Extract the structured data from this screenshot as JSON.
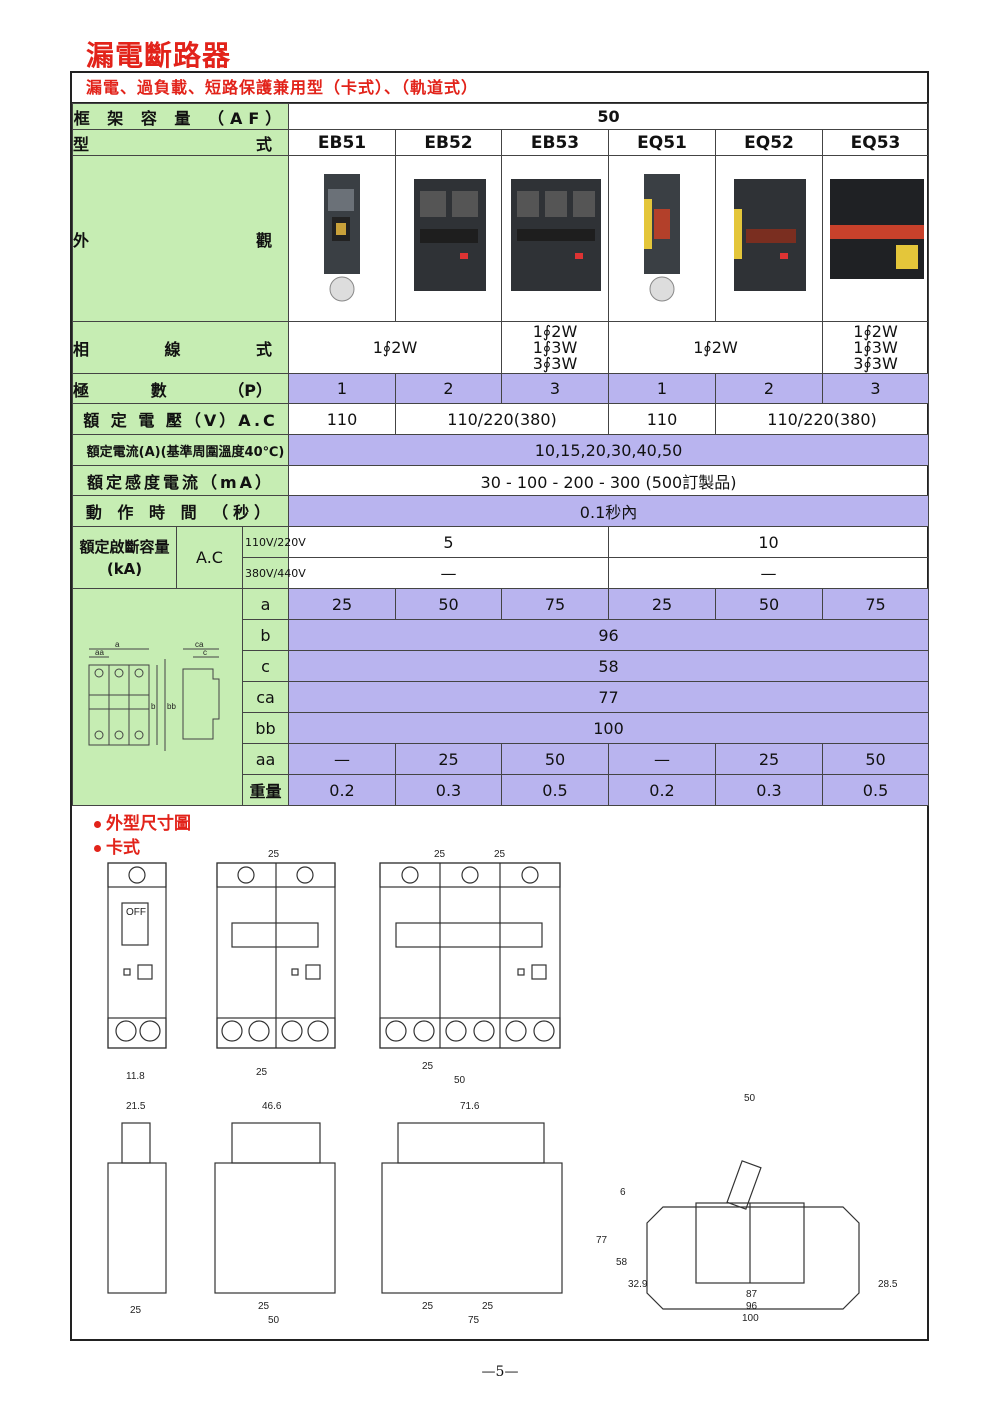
{
  "title": "漏電斷路器",
  "subtitle": "漏電、過負載、短路保護兼用型（卡式）、（軌道式）",
  "frame": {
    "label": "框 架 容 量 （AF）",
    "value": "50"
  },
  "type_row": {
    "label_left": "型",
    "label_right": "式",
    "models": [
      "EB51",
      "EB52",
      "EB53",
      "EQ51",
      "EQ52",
      "EQ53"
    ]
  },
  "appearance": {
    "label_left": "外",
    "label_right": "觀"
  },
  "phase": {
    "label_left": "相",
    "label_mid": "線",
    "label_right": "式",
    "eb12": "1∮2W",
    "eb3": [
      "1∮2W",
      "1∮3W",
      "3∮3W"
    ],
    "eq12": "1∮2W",
    "eq3": [
      "1∮2W",
      "1∮3W",
      "3∮3W"
    ]
  },
  "poles": {
    "label_left": "極",
    "label_mid": "數",
    "label_right": "（P）",
    "values": [
      "1",
      "2",
      "3",
      "1",
      "2",
      "3"
    ]
  },
  "voltage": {
    "label": "額 定 電 壓（V）A.C",
    "eb51": "110",
    "eb23": "110/220(380)",
    "eq51": "110",
    "eq23": "110/220(380)"
  },
  "current": {
    "label": "額定電流(A)(基準周圍溫度40℃)",
    "value": "10,15,20,30,40,50"
  },
  "sensitivity": {
    "label": "額定感度電流（mA）",
    "value": "30 - 100 - 200 - 300 (500訂製品)"
  },
  "time": {
    "label": "動 作 時 間 （秒）",
    "value": "0.1秒內"
  },
  "breaking": {
    "label1": "額定啟斷容量",
    "label2": "(kA)",
    "ac": "A.C",
    "v1": "110V/220V",
    "v2": "380V/440V",
    "eb_v1": "5",
    "eq_v1": "10",
    "eb_v2": "—",
    "eq_v2": "—"
  },
  "dims": {
    "a": {
      "label": "a",
      "values": [
        "25",
        "50",
        "75",
        "25",
        "50",
        "75"
      ]
    },
    "b": {
      "label": "b",
      "value": "96"
    },
    "c": {
      "label": "c",
      "value": "58"
    },
    "ca": {
      "label": "ca",
      "value": "77"
    },
    "bb": {
      "label": "bb",
      "value": "100"
    },
    "aa": {
      "label": "aa",
      "values": [
        "—",
        "25",
        "50",
        "—",
        "25",
        "50"
      ]
    },
    "weight": {
      "label": "重量",
      "values": [
        "0.2",
        "0.3",
        "0.5",
        "0.2",
        "0.3",
        "0.5"
      ]
    },
    "diagram_labels": {
      "a": "a",
      "aa": "aa",
      "ca": "ca",
      "c": "c",
      "b": "b",
      "bb": "bb"
    }
  },
  "outline_heading": "外型尺寸圖",
  "card_heading": "卡式",
  "drawing": {
    "top_dims": {
      "d25a": "25",
      "d25b": "25",
      "d25c": "25",
      "off": "OFF",
      "d11_8": "11.8",
      "d25d": "25",
      "d25e": "25",
      "d50": "50"
    },
    "side_dims": {
      "d21_5": "21.5",
      "d46_6": "46.6",
      "d71_6": "71.6",
      "d25f": "25",
      "d25g": "25",
      "d50b": "50",
      "d25h": "25",
      "d25i": "25",
      "d75": "75"
    },
    "rail_dims": {
      "d50": "50",
      "d6": "6",
      "d77": "77",
      "d58": "58",
      "d32_9": "32.9",
      "d28_5": "28.5",
      "d87": "87",
      "d96": "96",
      "d100": "100"
    }
  },
  "page_number": "—5—"
}
